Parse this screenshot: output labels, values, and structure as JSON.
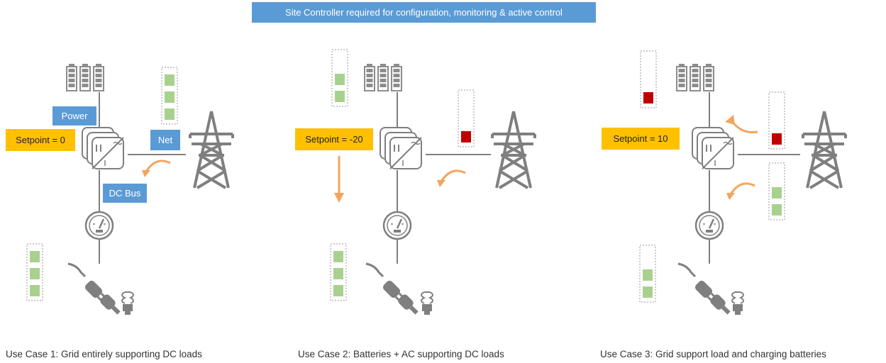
{
  "banner": {
    "text": "Site Controller required for configuration, monitoring & active control"
  },
  "colors": {
    "accent_blue": "#5b9bd5",
    "setpoint_yellow": "#ffc000",
    "flow_orange": "#f4a45e",
    "cell_green": "#a9d18e",
    "cell_red": "#c00000",
    "icon_gray": "#7f7f7f"
  },
  "icons": [
    "battery-bank-icon",
    "inverter-icon",
    "transmission-tower-icon",
    "meter-gauge-icon",
    "plug-icon",
    "lightbulb-icon",
    "flow-arrow-icon",
    "level-indicator"
  ],
  "use_cases": [
    {
      "caption": "Use Case 1: Grid entirely supporting DC loads",
      "setpoint": "Setpoint = 0",
      "labels": {
        "power": "Power",
        "net": "Net",
        "dc_bus": "DC Bus"
      },
      "levels": [
        {
          "name": "ac-net-level",
          "filled": 3,
          "color": "green"
        },
        {
          "name": "dc-load-level",
          "filled": 3,
          "color": "green"
        }
      ]
    },
    {
      "caption": "Use Case 2: Batteries + AC supporting DC loads",
      "setpoint": "Setpoint = -20",
      "levels": [
        {
          "name": "battery-level",
          "filled": 2,
          "color": "green"
        },
        {
          "name": "ac-net-level",
          "filled": 1,
          "color": "red"
        },
        {
          "name": "dc-load-level",
          "filled": 3,
          "color": "green"
        }
      ]
    },
    {
      "caption": "Use Case 3: Grid support load and charging batteries",
      "setpoint": "Setpoint = 10",
      "levels": [
        {
          "name": "battery-level",
          "filled": 1,
          "color": "red"
        },
        {
          "name": "ac-net-level",
          "filled": 1,
          "color": "red"
        },
        {
          "name": "ac-load-level",
          "filled": 2,
          "color": "green"
        },
        {
          "name": "dc-load-level",
          "filled": 2,
          "color": "green"
        }
      ]
    }
  ]
}
